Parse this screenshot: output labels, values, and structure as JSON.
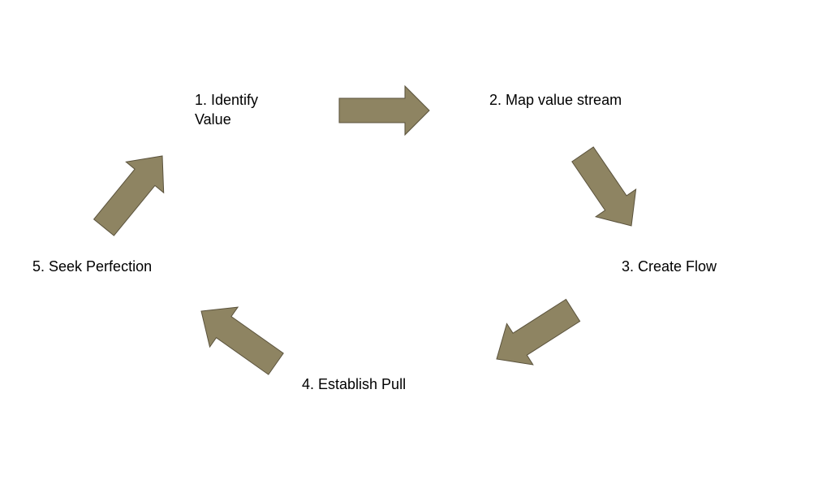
{
  "steps": [
    {
      "number": "1.",
      "lines": [
        "1. Identify",
        "Value"
      ]
    },
    {
      "number": "2.",
      "lines": [
        "2. Map value stream"
      ]
    },
    {
      "number": "3.",
      "lines": [
        "3. Create Flow"
      ]
    },
    {
      "number": "4.",
      "lines": [
        "4. Establish Pull"
      ]
    },
    {
      "number": "5.",
      "lines": [
        "5. Seek Perfection"
      ]
    }
  ],
  "colors": {
    "arrow_fill": "#8e8462",
    "arrow_stroke": "#5a523c",
    "text": "#000000",
    "background": "#ffffff"
  },
  "icons": [
    "right-arrow-icon",
    "down-right-arrow-icon",
    "down-left-arrow-icon",
    "up-left-arrow-icon",
    "up-right-arrow-icon"
  ]
}
